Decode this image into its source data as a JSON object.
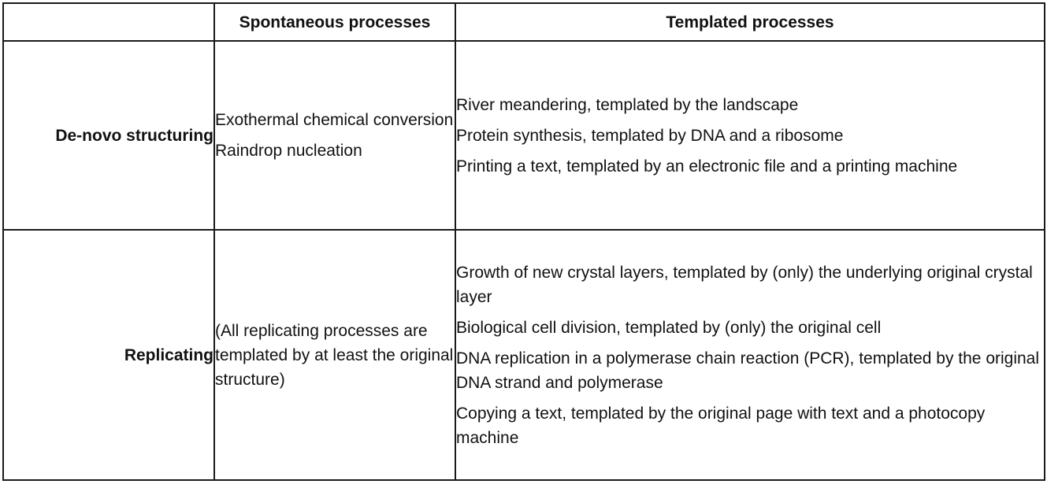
{
  "table": {
    "header": {
      "corner": "",
      "spontaneous": "Spontaneous processes",
      "templated": "Templated processes"
    },
    "rows": [
      {
        "label": "De-novo structuring",
        "spontaneous": [
          "Exothermal chemical conversion",
          "Raindrop nucleation"
        ],
        "templated": [
          "River meandering, templated by the landscape",
          "Protein synthesis, templated by DNA and a ribosome",
          "Printing a text, templated by an electronic file and a printing machine"
        ]
      },
      {
        "label": "Replicating",
        "spontaneous": [
          "(All replicating processes are templated by at least the original structure)"
        ],
        "templated": [
          "Growth of new crystal layers, templated by (only) the underlying original crystal layer",
          "Biological cell division, templated by (only) the original cell",
          "DNA replication in a polymerase chain reaction (PCR), templated by the original DNA strand and polymerase",
          "Copying a text, templated by the original page with text and a photocopy machine"
        ]
      }
    ]
  }
}
